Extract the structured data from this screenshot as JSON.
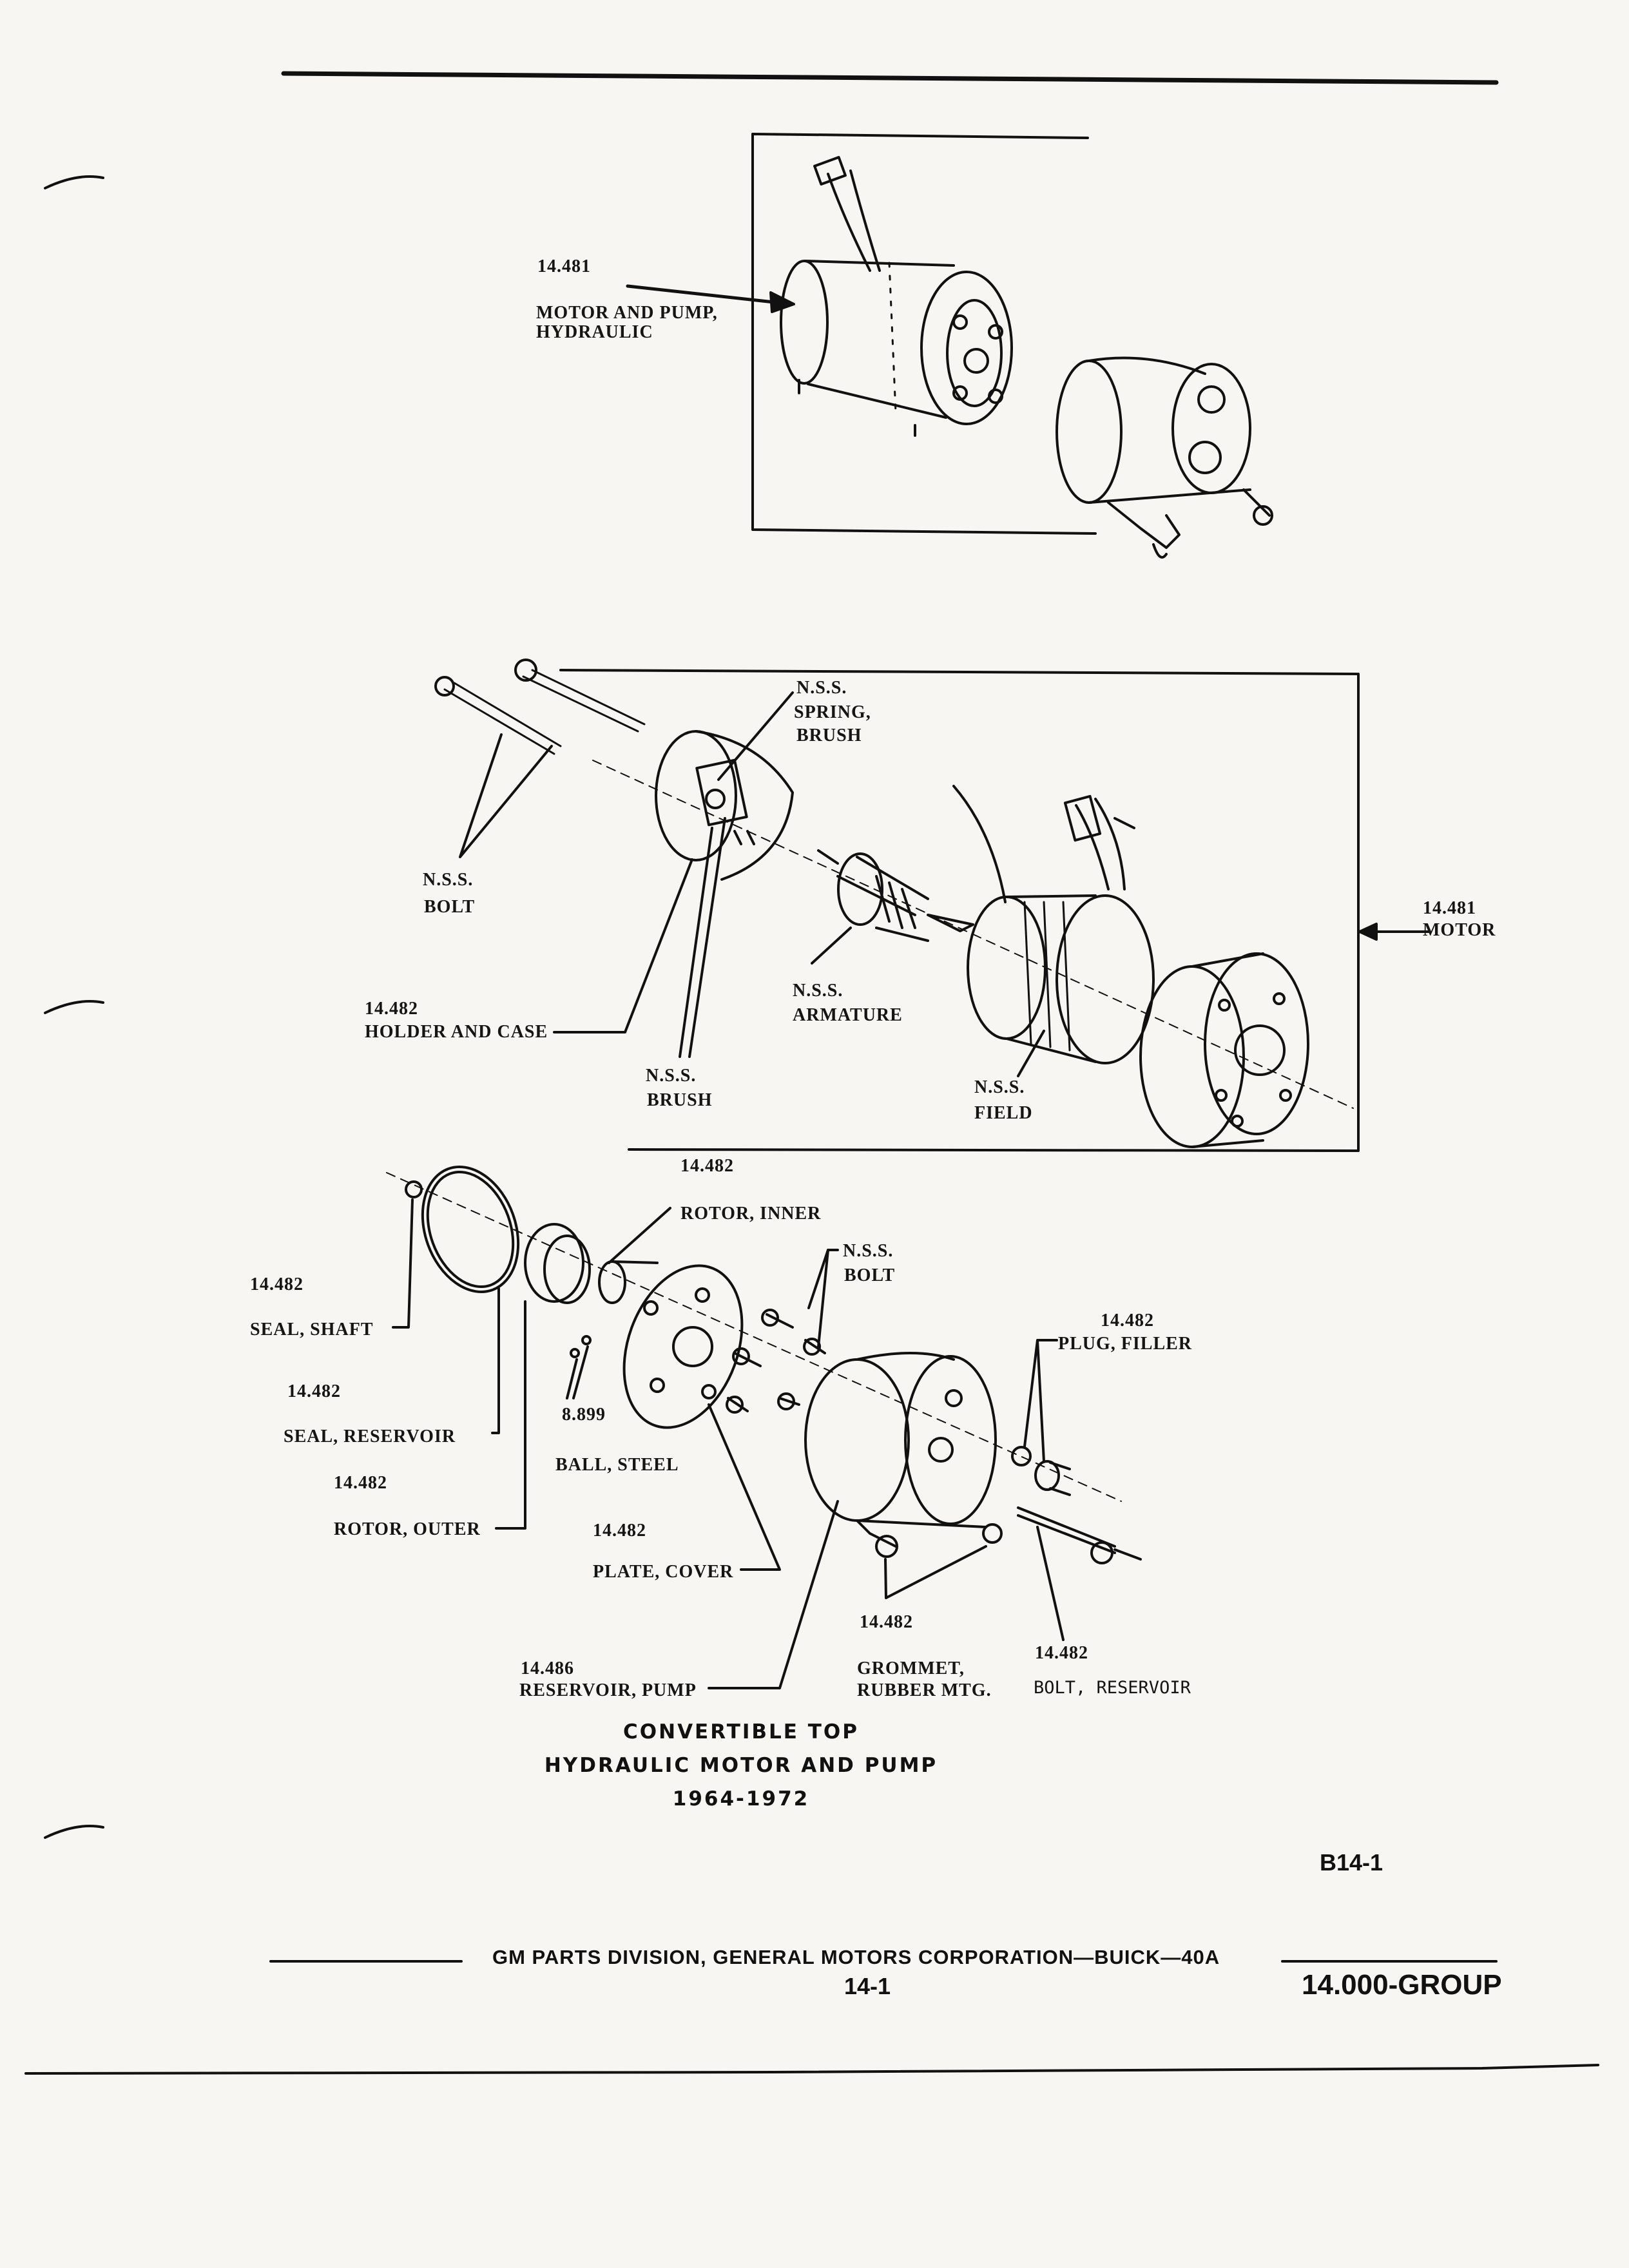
{
  "labels": {
    "top_part_no": "14.481",
    "motor_and_pump_1": "MOTOR AND PUMP,",
    "motor_and_pump_2": "HYDRAULIC",
    "nss_spring": "N.S.S.",
    "spring_brush_1": "SPRING,",
    "spring_brush_2": "BRUSH",
    "nss_bolt_top": "N.S.S.",
    "bolt_top": "BOLT",
    "motor_part_no": "14.481",
    "motor": "MOTOR",
    "holder_part_no": "14.482",
    "holder_and_case": "HOLDER AND CASE",
    "nss_armature": "N.S.S.",
    "armature": "ARMATURE",
    "nss_brush": "N.S.S.",
    "brush": "BRUSH",
    "nss_field": "N.S.S.",
    "field": "FIELD",
    "pump_group_part_no": "14.482",
    "rotor_inner": "ROTOR, INNER",
    "nss_bolt_pump": "N.S.S.",
    "bolt_pump": "BOLT",
    "seal_shaft_part_no": "14.482",
    "seal_shaft": "SEAL, SHAFT",
    "plug_filler_part_no": "14.482",
    "plug_filler": "PLUG, FILLER",
    "seal_reservoir_part_no": "14.482",
    "seal_reservoir": "SEAL, RESERVOIR",
    "ball_part_no": "8.899",
    "ball_steel": "BALL, STEEL",
    "rotor_outer_part_no": "14.482",
    "rotor_outer": "ROTOR, OUTER",
    "plate_cover_part_no": "14.482",
    "plate_cover": "PLATE, COVER",
    "grommet_part_no": "14.482",
    "bolt_reservoir_part_no": "14.482",
    "reservoir_pump_part_no": "14.486",
    "reservoir_pump": "RESERVOIR, PUMP",
    "grommet_1": "GROMMET,",
    "grommet_2": "RUBBER MTG.",
    "bolt_reservoir": "BOLT, RESERVOIR"
  },
  "caption": {
    "line1": "CONVERTIBLE TOP",
    "line2": "HYDRAULIC MOTOR AND PUMP",
    "line3": "1964-1972"
  },
  "figure_code": "B14-1",
  "footer": {
    "division": "GM PARTS DIVISION, GENERAL MOTORS CORPORATION—BUICK—40A",
    "page": "14-1",
    "group": "14.000-GROUP"
  }
}
